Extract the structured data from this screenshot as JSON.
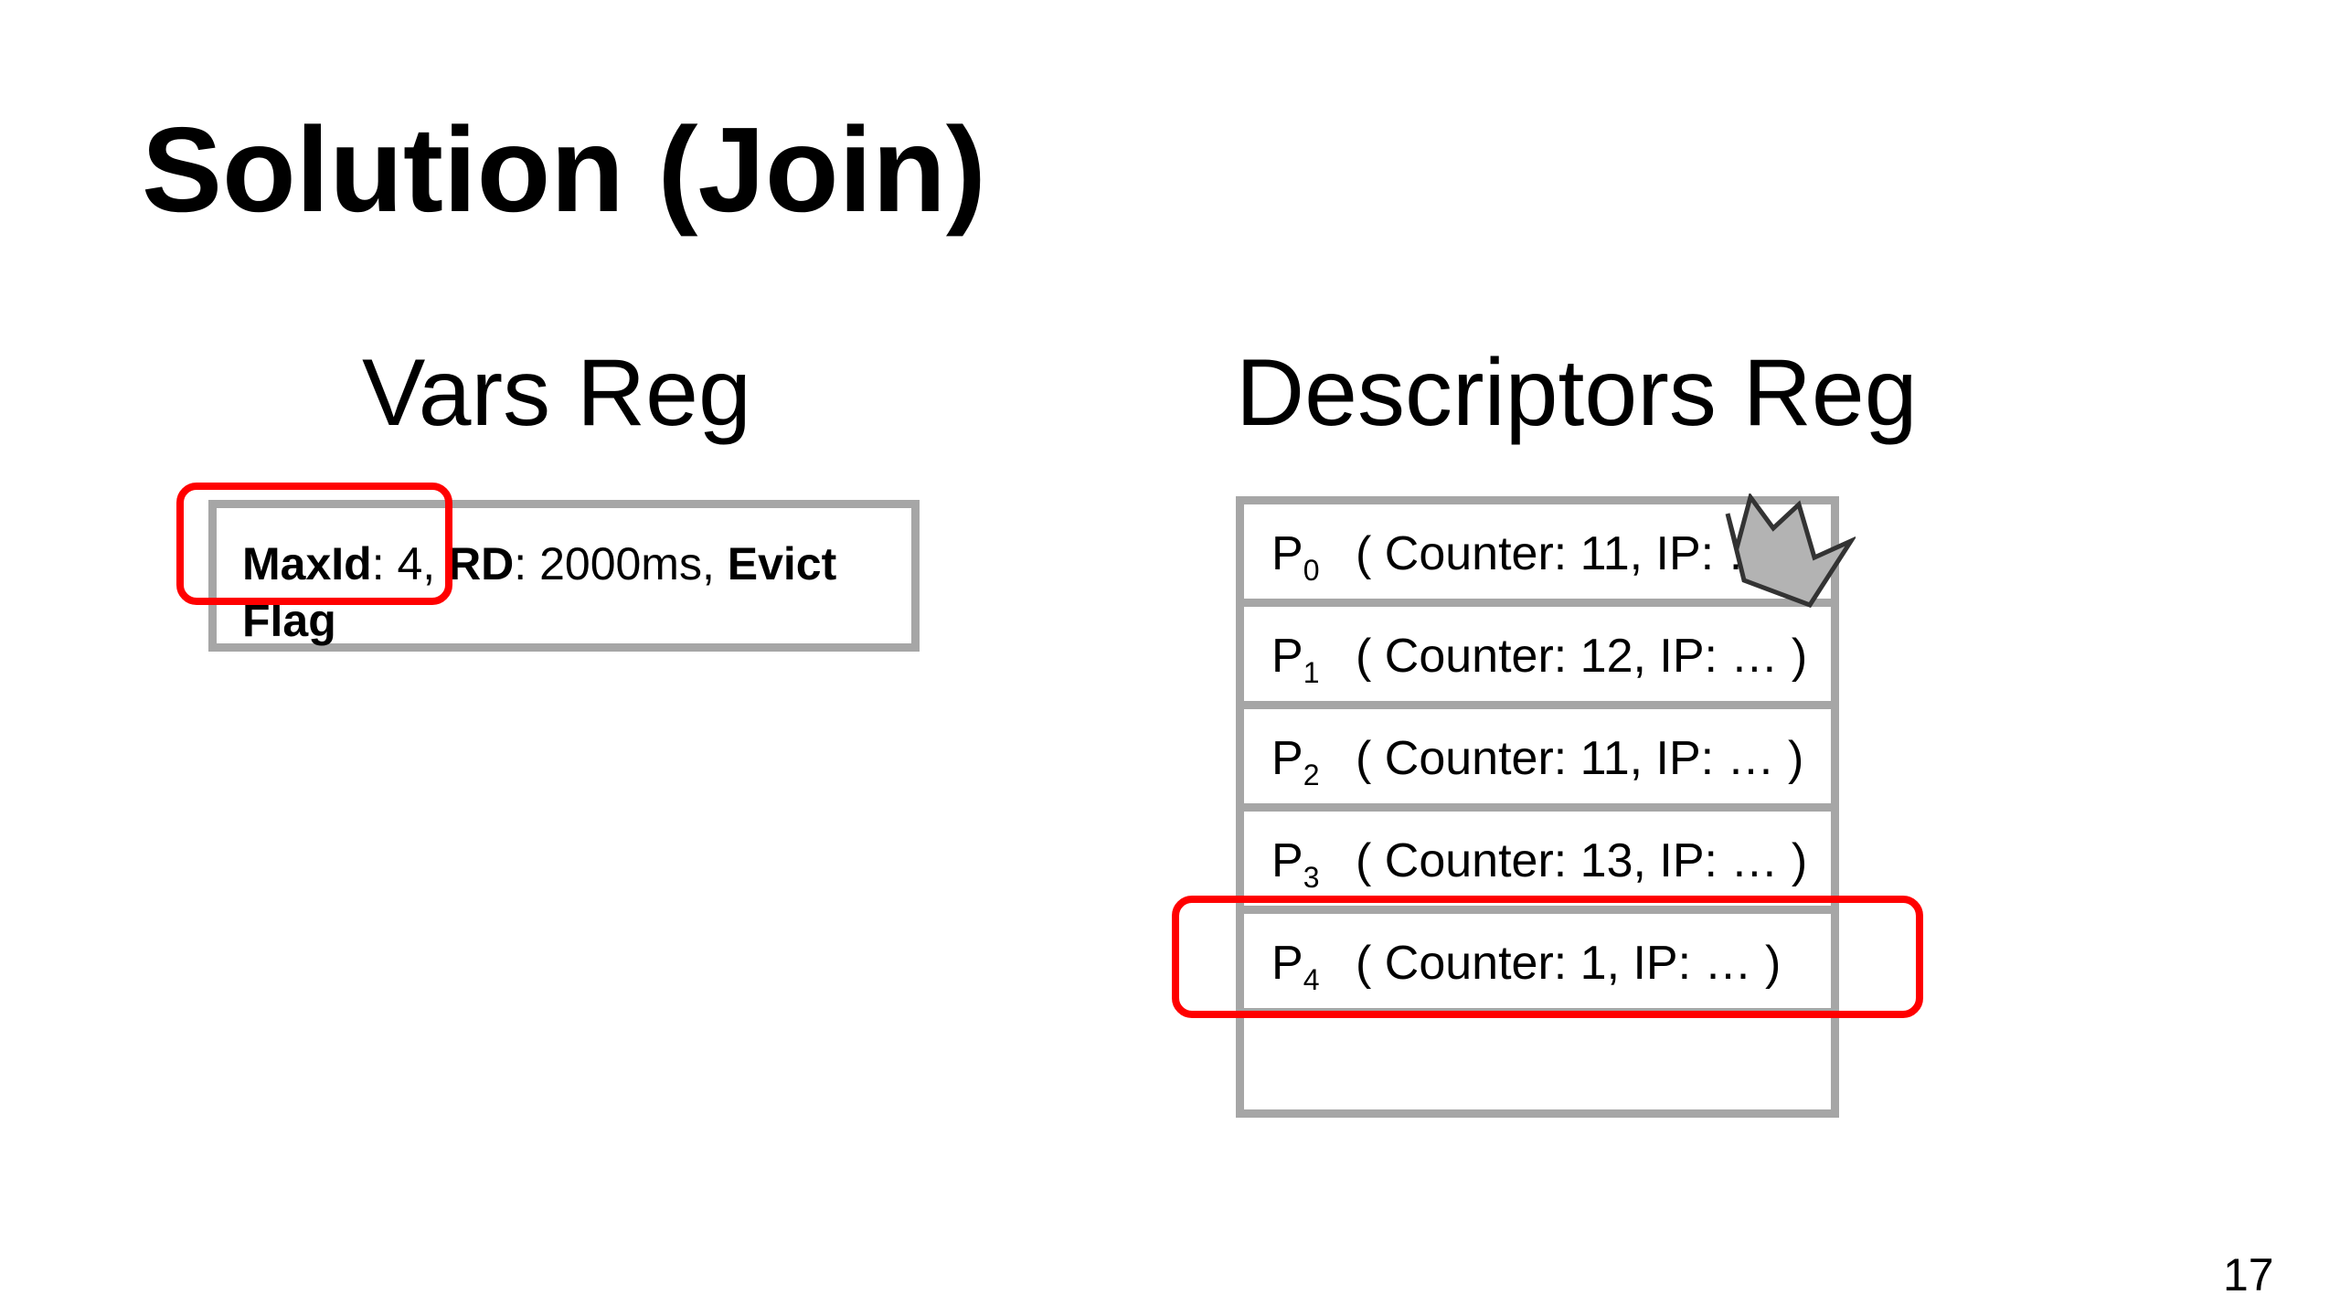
{
  "title": "Solution (Join)",
  "vars_reg": {
    "heading": "Vars Reg",
    "fields": [
      {
        "label": "MaxId",
        "value": ": 4, "
      },
      {
        "label": "RD",
        "value": ": 2000ms, "
      },
      {
        "label": "Evict Flag",
        "value": ""
      }
    ]
  },
  "descriptors_reg": {
    "heading": "Descriptors Reg",
    "rows": [
      {
        "name": "P",
        "sub": "0",
        "info": "( Counter: 11, IP: … )"
      },
      {
        "name": "P",
        "sub": "1",
        "info": "( Counter: 12, IP: … )"
      },
      {
        "name": "P",
        "sub": "2",
        "info": "( Counter: 11, IP: … )"
      },
      {
        "name": "P",
        "sub": "3",
        "info": "( Counter: 13, IP: … )"
      },
      {
        "name": "P",
        "sub": "4",
        "info": "( Counter: 1, IP: … )"
      }
    ]
  },
  "icons": {
    "leader_marker": "crown-icon"
  },
  "colors": {
    "highlight": "#ff0000",
    "box_border": "#a6a6a6",
    "crown_fill": "#b3b3b3"
  },
  "page_number": "17"
}
